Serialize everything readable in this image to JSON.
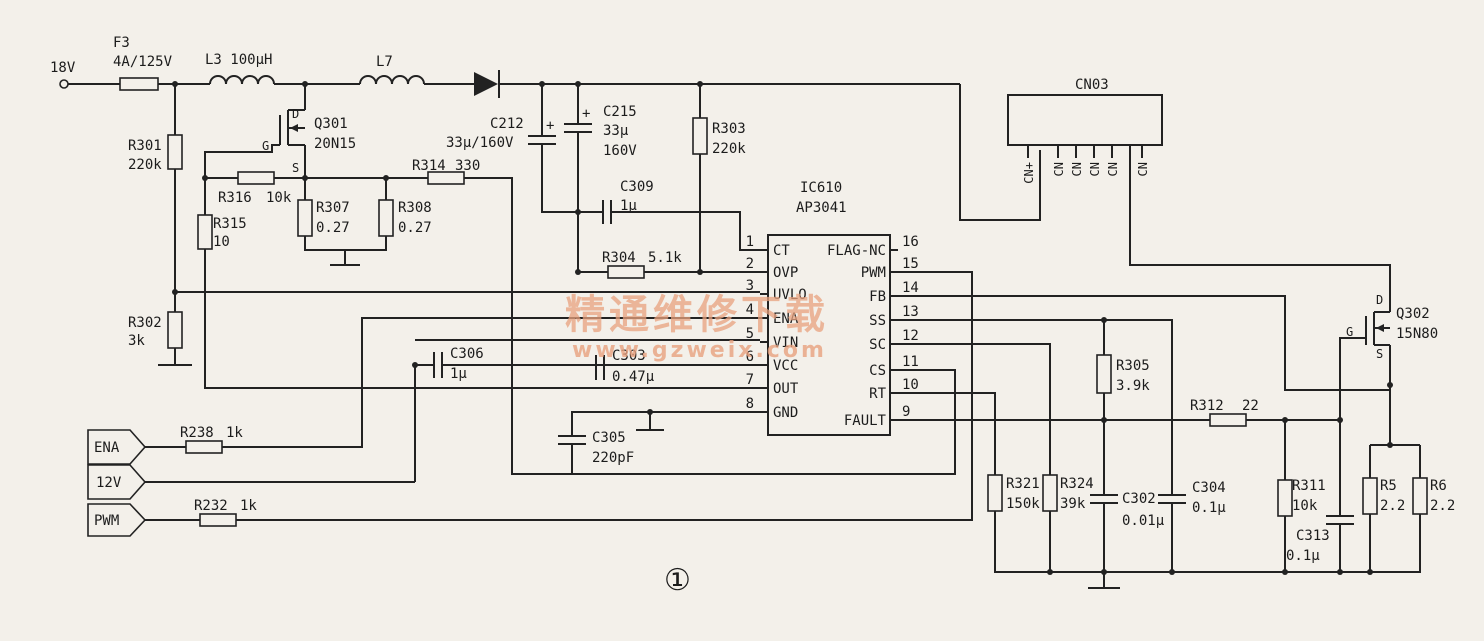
{
  "labels": {
    "input": "18V",
    "f3_name": "F3",
    "f3_val": "4A/125V",
    "l3": "L3 100μH",
    "l7": "L7",
    "q301": "Q301",
    "q301_val": "20N15",
    "pin_d": "D",
    "pin_g": "G",
    "pin_s": "S",
    "r301": "R301",
    "r301_val": "220k",
    "r302": "R302",
    "r302_val": "3k",
    "r316": "R316",
    "r316_val": "10k",
    "r315": "R315",
    "r315_val": "10",
    "r307": "R307",
    "r307_val": "0.27",
    "r308": "R308",
    "r308_val": "0.27",
    "r314": "R314",
    "r314_val": "330",
    "c212": "C212",
    "c212_val": "33μ/160V",
    "c215": "C215",
    "c215_val": "33μ",
    "c215_v": "160V",
    "r303": "R303",
    "r303_val": "220k",
    "c309": "C309",
    "c309_val": "1μ",
    "r304": "R304",
    "r304_val": "5.1k",
    "c306": "C306",
    "c306_val": "1μ",
    "c303": "C303",
    "c303_val": "0.47μ",
    "c305": "C305",
    "c305_val": "220pF",
    "ic_name": "IC610",
    "ic_part": "AP3041",
    "cn03": "CN03",
    "cn_pins": [
      "CN+",
      "CN",
      "CN",
      "CN",
      "CN",
      "CN"
    ],
    "r305": "R305",
    "r305_val": "3.9k",
    "r312": "R312",
    "r312_val": "22",
    "r321": "R321",
    "r321_val": "150k",
    "r324": "R324",
    "r324_val": "39k",
    "c302": "C302",
    "c302_val": "0.01μ",
    "c304": "C304",
    "c304_val": "0.1μ",
    "r311": "R311",
    "r311_val": "10k",
    "c313": "C313",
    "c313_val": "0.1μ",
    "r5": "R5",
    "r5_val": "2.2",
    "r6": "R6",
    "r6_val": "2.2",
    "q302": "Q302",
    "q302_val": "15N80",
    "ena": "ENA",
    "v12": "12V",
    "pwm": "PWM",
    "r238": "R238",
    "r238_val": "1k",
    "r232": "R232",
    "r232_val": "1k",
    "fig": "①"
  },
  "ic_pins_left": [
    {
      "num": "1",
      "name": "CT"
    },
    {
      "num": "2",
      "name": "OVP"
    },
    {
      "num": "3",
      "name": "UVLO"
    },
    {
      "num": "4",
      "name": "ENA"
    },
    {
      "num": "5",
      "name": "VIN"
    },
    {
      "num": "6",
      "name": "VCC"
    },
    {
      "num": "7",
      "name": "OUT"
    },
    {
      "num": "8",
      "name": "GND"
    }
  ],
  "ic_pins_right": [
    {
      "num": "16",
      "name": "FLAG-NC"
    },
    {
      "num": "15",
      "name": "PWM"
    },
    {
      "num": "14",
      "name": "FB"
    },
    {
      "num": "13",
      "name": "SS"
    },
    {
      "num": "12",
      "name": "SC"
    },
    {
      "num": "11",
      "name": "CS"
    },
    {
      "num": "10",
      "name": "RT"
    },
    {
      "num": "9",
      "name": "FAULT"
    }
  ],
  "watermark": {
    "cn": "精通维修下载",
    "url": "www.gzweix.com"
  }
}
